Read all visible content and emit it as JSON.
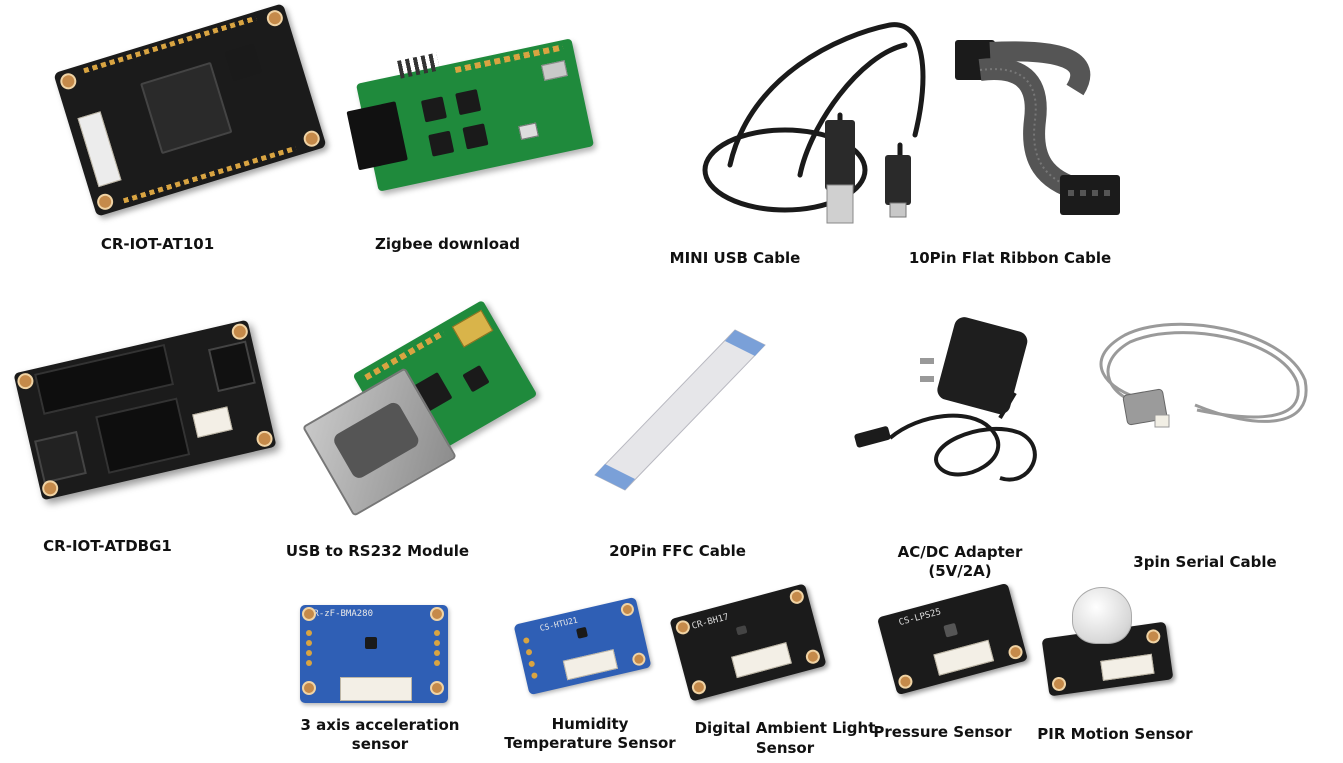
{
  "products": {
    "at101": "CR-IOT-AT101",
    "zigbee": "Zigbee download",
    "mini_usb": "MINI USB Cable",
    "ribbon": "10Pin Flat Ribbon Cable",
    "atdbg1": "CR-IOT-ATDBG1",
    "rs232": "USB to RS232 Module",
    "ffc": "20Pin FFC Cable",
    "adapter_line1": "AC/DC Adapter",
    "adapter_line2": "(5V/2A)",
    "serial": "3pin Serial Cable",
    "accel_line1": "3 axis acceleration",
    "accel_line2": "sensor",
    "humidity_line1": "Humidity",
    "humidity_line2": "Temperature Sensor",
    "light_line1": "Digital Ambient Light",
    "light_line2": "Sensor",
    "pressure": "Pressure Sensor",
    "pir": "PIR Motion Sensor"
  },
  "board_text": {
    "accel_board": "CR-zF-BMA280",
    "humidity_board": "CS-HTU21",
    "light_board": "CR-BH17",
    "pressure_board": "CS-LPS25"
  },
  "colors": {
    "pcb_green": "#1f8a3c",
    "pcb_black": "#1b1b1b",
    "pcb_blue": "#2f5fb5"
  },
  "icons": {
    "at101": "black-pcb-board",
    "zigbee": "green-pcb-board",
    "mini_usb": "usb-cable",
    "ribbon": "ribbon-cable",
    "atdbg1": "black-debug-board",
    "rs232": "db9-usb-module",
    "ffc": "ffc-flat-cable",
    "adapter": "power-adapter",
    "serial": "serial-cable",
    "accel": "blue-sensor-board",
    "humidity": "blue-sensor-board",
    "light": "black-sensor-board",
    "pressure": "black-sensor-board",
    "pir": "pir-dome-sensor"
  }
}
